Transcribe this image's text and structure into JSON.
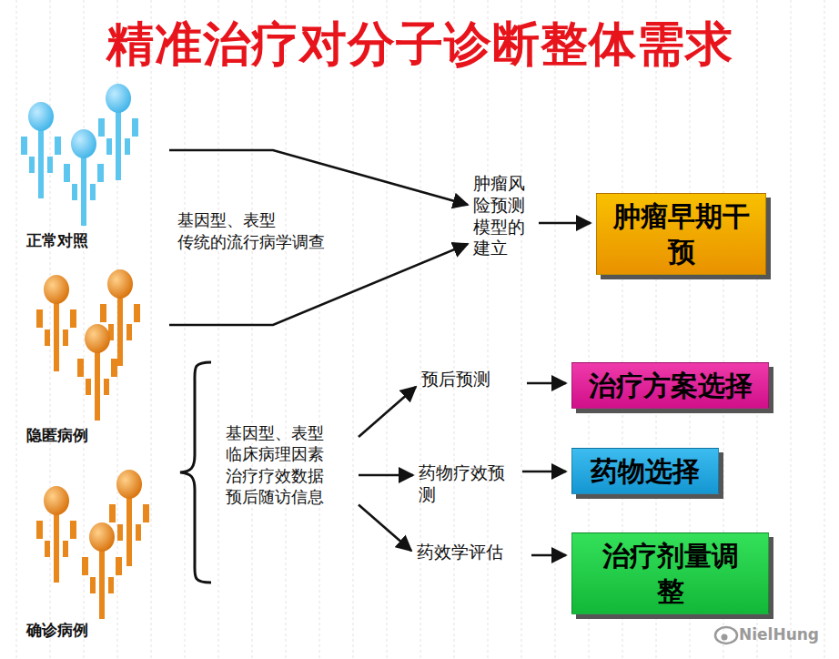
{
  "diagram": {
    "title": "精准治疗对分子诊断整体需求",
    "nodes": [
      {
        "text": [
          "正常对照"
        ]
      },
      {
        "text": [
          "隐匿病例"
        ]
      },
      {
        "text": [
          "确诊病例"
        ]
      },
      {
        "text": [
          "肿瘤风险预测模型的建立"
        ]
      },
      {
        "text": [
          "肿瘤早期干预"
        ]
      },
      {
        "text": [
          "基因型、表型 临床病理因素 治疗疗效数据 预后随访信息"
        ]
      },
      {
        "text": [
          "预后预测"
        ]
      },
      {
        "text": [
          "治疗方案选择"
        ]
      },
      {
        "text": [
          "药物疗效预测"
        ]
      },
      {
        "text": [
          "药物选择"
        ]
      },
      {
        "text": [
          "药效学评估"
        ]
      },
      {
        "text": [
          "治疗剂量调整"
        ]
      }
    ],
    "edges": [
      {
        "from": 0,
        "to": 3,
        "arrow": "to"
      },
      {
        "from": 1,
        "to": 3,
        "arrow": "to"
      },
      {
        "from": 3,
        "to": 4,
        "arrow": "to"
      },
      {
        "from": 5,
        "to": 6,
        "arrow": "to"
      },
      {
        "from": 5,
        "to": 8,
        "arrow": "to"
      },
      {
        "from": 5,
        "to": 10,
        "arrow": "to"
      },
      {
        "from": 6,
        "to": 7,
        "arrow": "to"
      },
      {
        "from": 8,
        "to": 9,
        "arrow": "to"
      },
      {
        "from": 10,
        "to": 11,
        "arrow": "to"
      }
    ],
    "labels": [
      "基因型、表型 传统的流行病学调查",
      "NielHung"
    ]
  }
}
